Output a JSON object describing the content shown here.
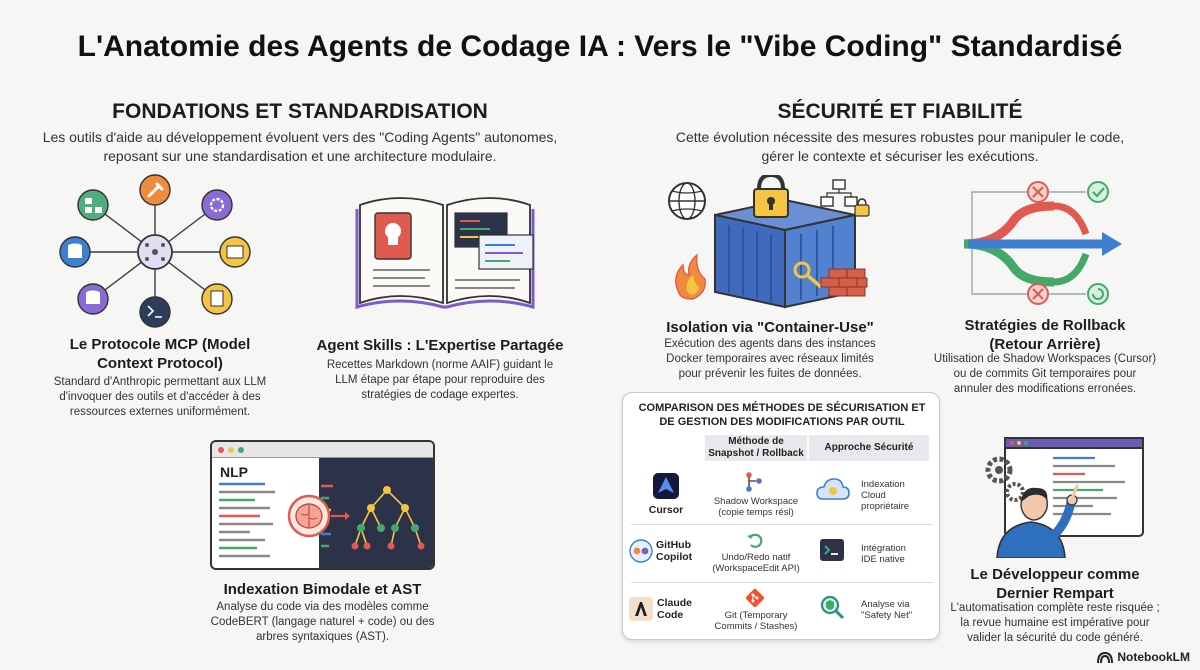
{
  "title": "L'Anatomie des Agents de Codage IA : Vers le \"Vibe Coding\" Standardisé",
  "left": {
    "heading": "FONDATIONS ET STANDARDISATION",
    "desc_line1": "Les outils d'aide au développement évoluent vers des \"Coding Agents\" autonomes,",
    "desc_line2": "reposant sur une standardisation et une architecture modulaire.",
    "mcp": {
      "title_line1": "Le Protocole MCP (Model",
      "title_line2": "Context Protocol)",
      "desc_line1": "Standard d'Anthropic permettant aux LLM",
      "desc_line2": "d'invoquer des outils et d'accéder à des",
      "desc_line3": "ressources externes uniformément."
    },
    "skills": {
      "title": "Agent Skills : L'Expertise Partagée",
      "desc_line1": "Recettes Markdown (norme AAIF) guidant le",
      "desc_line2": "LLM étape par étape pour reproduire des",
      "desc_line3": "stratégies de codage expertes."
    },
    "indexation": {
      "screen_label": "NLP",
      "title": "Indexation Bimodale et AST",
      "desc_line1": "Analyse du code via des modèles comme",
      "desc_line2": "CodeBERT (langage naturel + code) ou des",
      "desc_line3": "arbres syntaxiques (AST)."
    }
  },
  "right": {
    "heading": "SÉCURITÉ ET FIABILITÉ",
    "desc_line1": "Cette évolution nécessite des mesures robustes pour manipuler le code,",
    "desc_line2": "gérer le contexte et sécuriser les exécutions.",
    "container": {
      "title": "Isolation via \"Container-Use\"",
      "desc_line1": "Exécution des agents dans des instances",
      "desc_line2": "Docker temporaires avec réseaux limités",
      "desc_line3": "pour prévenir les fuites de données."
    },
    "rollback": {
      "title_line1": "Stratégies de Rollback",
      "title_line2": "(Retour Arrière)",
      "desc_line1": "Utilisation de Shadow Workspaces (Cursor)",
      "desc_line2": "ou de commits Git temporaires pour",
      "desc_line3": "annuler des modifications erronées."
    },
    "developer": {
      "title_line1": "Le Développeur comme",
      "title_line2": "Dernier Rempart",
      "desc_line1": "L'automatisation complète reste risquée ;",
      "desc_line2": "la revue humaine est impérative pour",
      "desc_line3": "valider la sécurité du code généré."
    }
  },
  "table": {
    "title_line1": "COMPARISON DES MÉTHODES DE SÉCURISATION ET",
    "title_line2": "DE GESTION DES MODIFICATIONS PAR OUTIL",
    "col1_line1": "Méthode de",
    "col1_line2": "Snapshot / Rollback",
    "col2": "Approche Sécurité",
    "rows": [
      {
        "tool_line1": "Cursor",
        "tool_line2": "",
        "method_line1": "Shadow Workspace",
        "method_line2": "(copie temps résl)",
        "security_line1": "Indexation",
        "security_line2": "Cloud",
        "security_line3": "propriétaire"
      },
      {
        "tool_line1": "GitHub",
        "tool_line2": "Copilot",
        "method_line1": "Undo/Redo natif",
        "method_line2": "(WorkspaceEdit API)",
        "security_line1": "Intégration",
        "security_line2": "IDE native",
        "security_line3": ""
      },
      {
        "tool_line1": "Claude",
        "tool_line2": "Code",
        "method_line1": "Git (Temporary",
        "method_line2": "Commits / Stashes)",
        "security_line1": "Analyse via",
        "security_line2": "\"Safety Net\"",
        "security_line3": ""
      }
    ]
  },
  "branding": "NotebookLM",
  "icons": [
    "hub-network-icon",
    "wrench-icon",
    "gear-icon",
    "folder-icon",
    "document-icon",
    "terminal-icon",
    "database-icon",
    "flowchart-icon",
    "open-book-icon",
    "brain-icon",
    "tree-icon",
    "globe-icon",
    "padlock-icon",
    "container-icon",
    "fire-icon",
    "brick-wall-icon",
    "branch-arrows-icon",
    "developer-icon",
    "cursor-logo-icon",
    "copilot-logo-icon",
    "claude-logo-icon",
    "cloud-icon",
    "search-shield-icon",
    "git-icon",
    "undo-icon",
    "terminal-small-icon"
  ],
  "colors": {
    "accent_blue": "#2f5fa8",
    "red": "#e05a4f",
    "green": "#45a86b",
    "orange": "#f08a3c",
    "purple": "#7b5cc8"
  }
}
